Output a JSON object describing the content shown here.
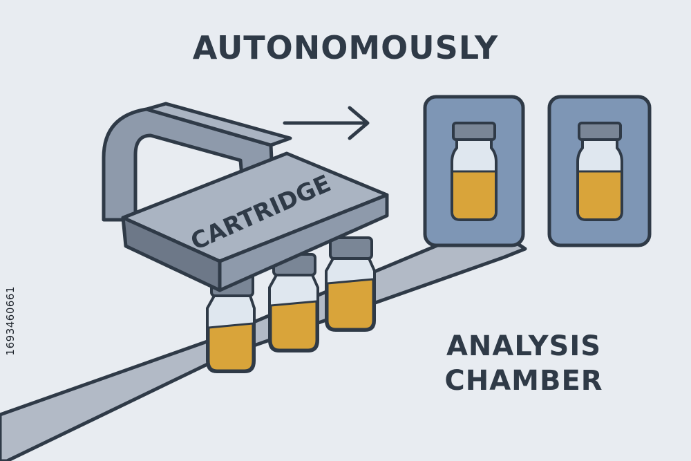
{
  "title": "AUTONOMOUSLY",
  "cartridge_label": "CARTRIDGE",
  "chamber_label": [
    "ANALYSIS",
    "CHAMBER"
  ],
  "watermark_id": "1693460661",
  "colors": {
    "background": "#e8ecf1",
    "outline": "#2f3a47",
    "metal": "#8e9aab",
    "metal_light": "#aab4c2",
    "metal_dark": "#6d7888",
    "liquid": "#d9a43a",
    "glass": "#dfe7ef",
    "chamber_fill": "#7e96b5",
    "text": "#2f3a47"
  },
  "icons": [
    "cartridge-handle",
    "vial",
    "arrow-right-icon",
    "conveyor-track"
  ]
}
